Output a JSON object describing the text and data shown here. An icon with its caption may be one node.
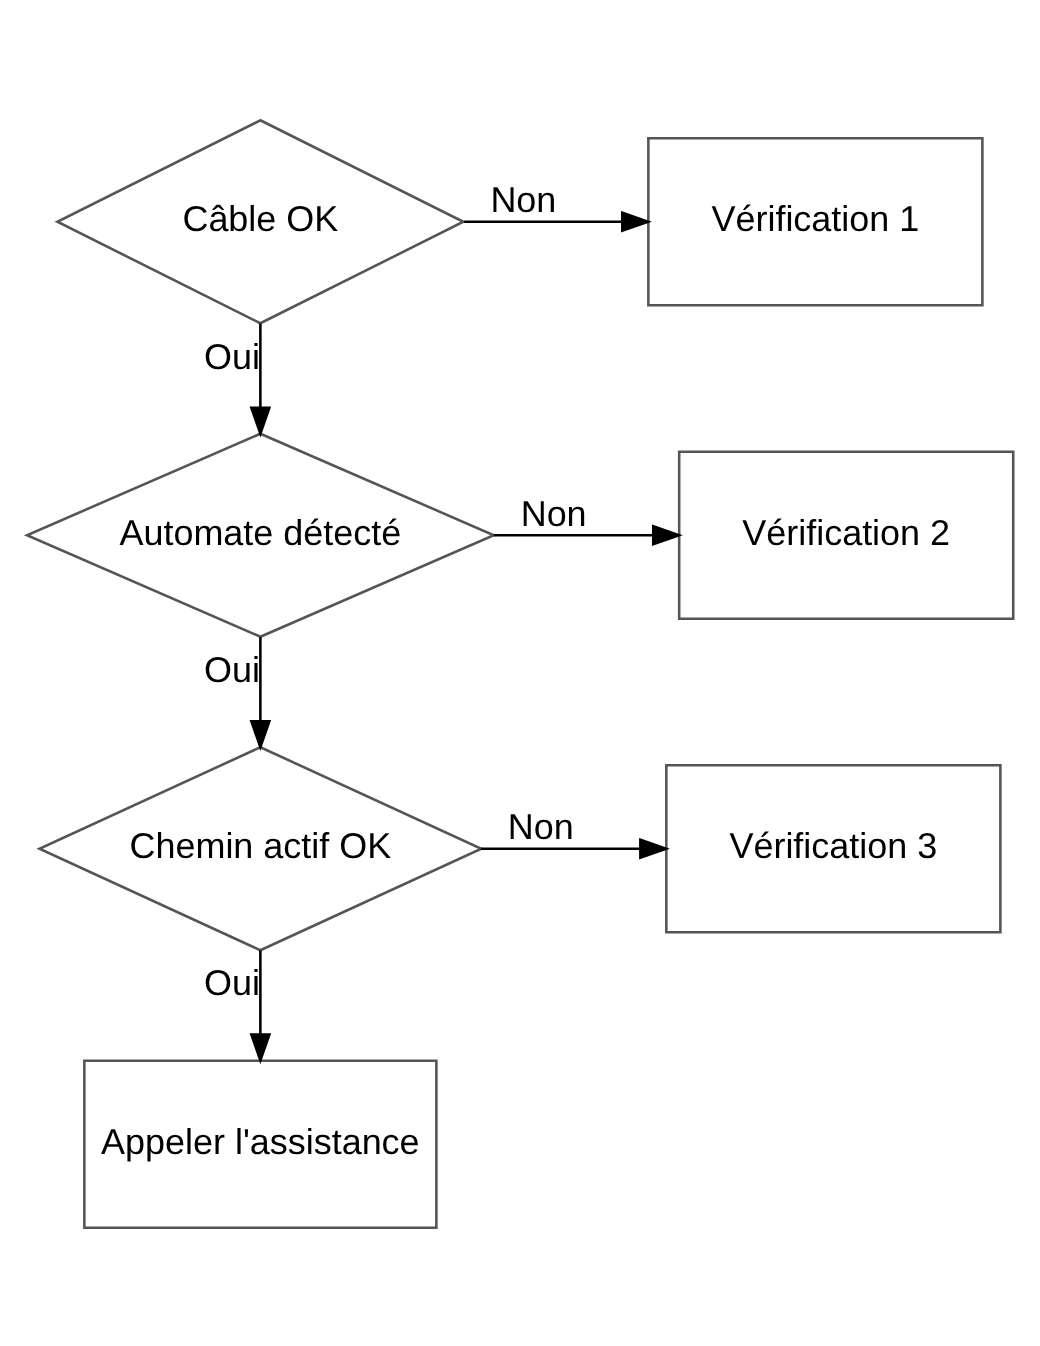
{
  "diagram": {
    "nodes": [
      {
        "text": [
          "Câble OK"
        ]
      },
      {
        "text": [
          "Vérification 1"
        ]
      },
      {
        "text": [
          "Automate détecté"
        ]
      },
      {
        "text": [
          "Vérification 2"
        ]
      },
      {
        "text": [
          "Chemin actif OK"
        ]
      },
      {
        "text": [
          "Vérification 3"
        ]
      },
      {
        "text": [
          "Appeler l'assistance"
        ]
      }
    ],
    "edges": [
      {
        "from": 0,
        "to": 1,
        "arrow": "to",
        "label": "Non"
      },
      {
        "from": 0,
        "to": 2,
        "arrow": "to",
        "label": "Oui"
      },
      {
        "from": 2,
        "to": 3,
        "arrow": "to",
        "label": "Non"
      },
      {
        "from": 2,
        "to": 4,
        "arrow": "to",
        "label": "Oui"
      },
      {
        "from": 4,
        "to": 5,
        "arrow": "to",
        "label": "Non"
      },
      {
        "from": 4,
        "to": 6,
        "arrow": "to",
        "label": "Oui"
      }
    ]
  }
}
